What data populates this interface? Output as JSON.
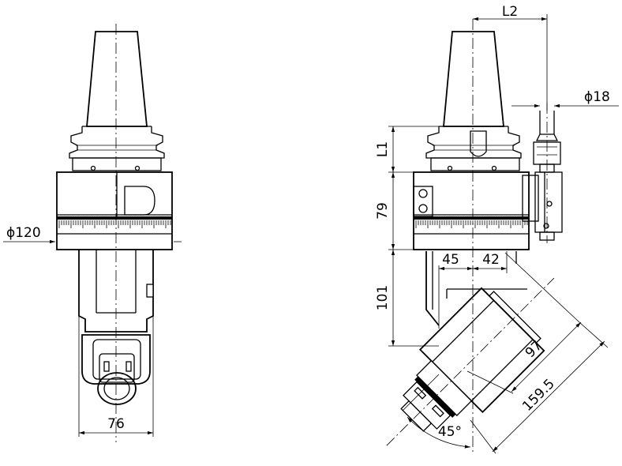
{
  "dimensions": {
    "dia_120": "ϕ120",
    "width_76": "76",
    "L2": "L2",
    "dia_18": "ϕ18",
    "L1": "L1",
    "h_79": "79",
    "h_101": "101",
    "off_45": "45",
    "off_42": "42",
    "len_97": "97",
    "len_159_5": "159.5",
    "angle_45": "45°"
  },
  "colors": {
    "line": "#000000",
    "background": "#ffffff"
  }
}
